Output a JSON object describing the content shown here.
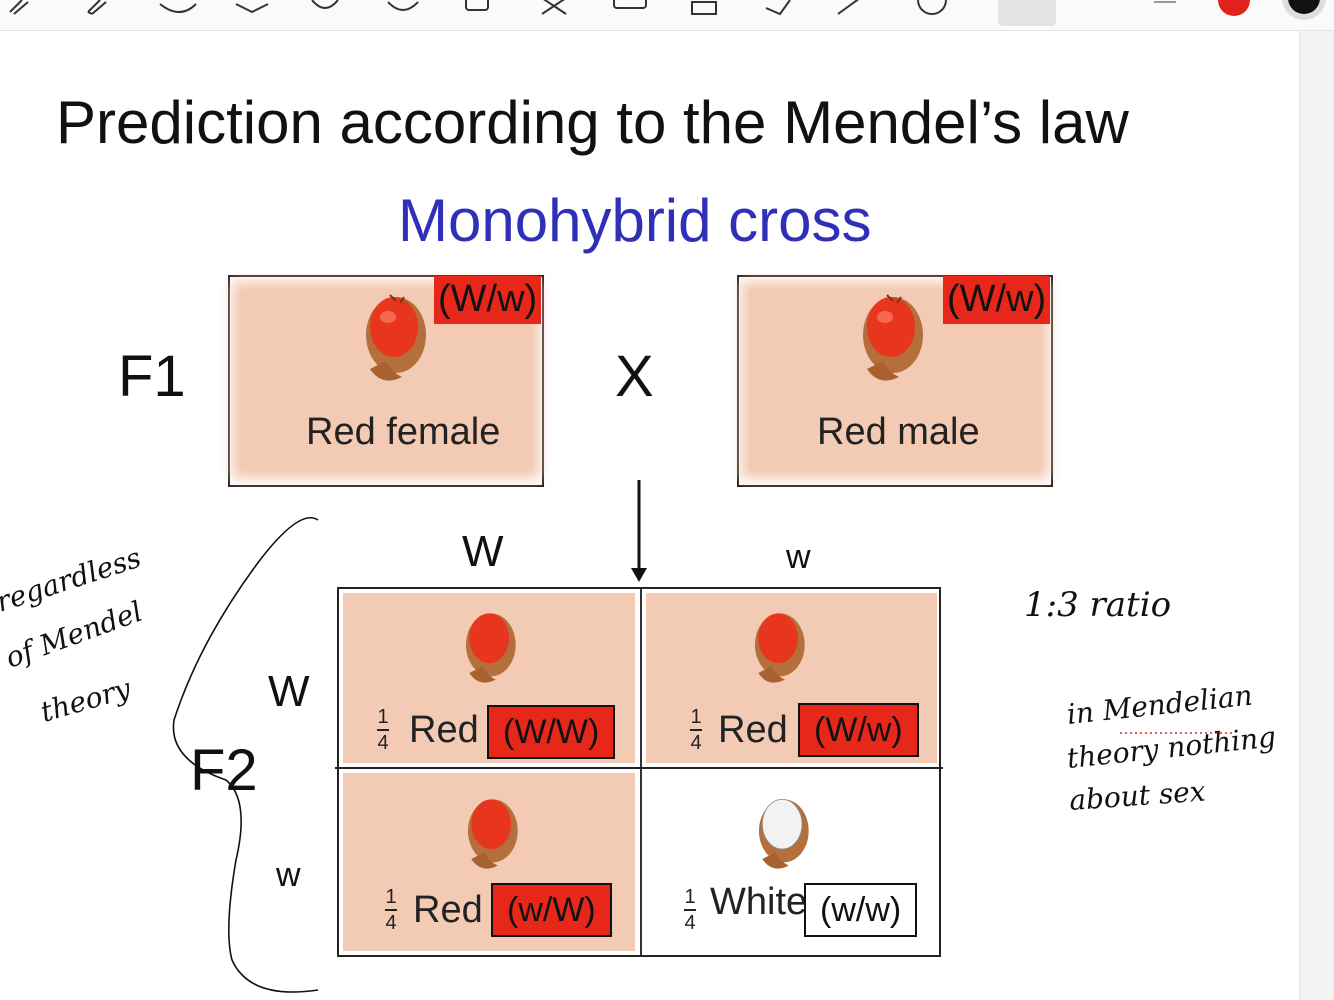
{
  "toolbar": {
    "tools": [
      "eraser-icon",
      "highlighter-icon",
      "lasso-icon",
      "shape-icon",
      "text-box-icon",
      "sticker-icon",
      "image-icon",
      "photo-icon",
      "camera-icon",
      "zoom-box-icon",
      "laser-icon",
      "pen-icon",
      "timer-icon"
    ],
    "pen_color": "#e0231a"
  },
  "slide": {
    "title": "Prediction according to the Mendel’s law",
    "subtitle": "Monohybrid cross",
    "f1_label": "F1",
    "cross_symbol": "X",
    "female": {
      "genotype": "(W/w)",
      "caption": "Red female"
    },
    "male": {
      "genotype": "(W/w)",
      "caption": "Red male"
    },
    "f2_label": "F2",
    "col_headers": [
      "W",
      "w"
    ],
    "row_headers": [
      "W",
      "w"
    ],
    "fraction": {
      "numerator": "1",
      "denominator": "4"
    },
    "cells": [
      {
        "label": "Red",
        "genotype": "(W/W)"
      },
      {
        "label": "Red",
        "genotype": "(W/w)"
      },
      {
        "label": "Red",
        "genotype": "(w/W)"
      },
      {
        "label": "White",
        "genotype": "(w/w)"
      }
    ]
  },
  "colors": {
    "subtitle": "#2f2fb8",
    "badge_red": "#e8271b",
    "blush": "#f3cbb5",
    "ink": "#111111"
  },
  "handwriting": {
    "left_note": [
      "regardless",
      "of Mendel",
      "theory"
    ],
    "ratio_note": "1:3 ratio",
    "right_note": [
      "in Mendelian",
      "theory nothing",
      "about sex"
    ]
  }
}
